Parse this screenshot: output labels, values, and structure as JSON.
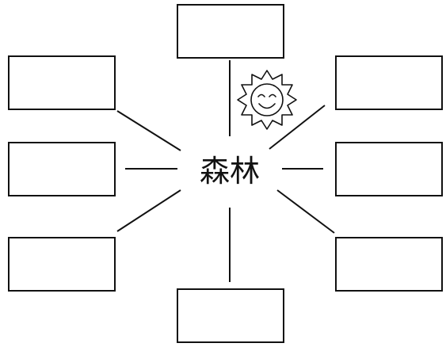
{
  "center": {
    "text": "森林"
  },
  "boxes": [
    {
      "id": "top",
      "text": ""
    },
    {
      "id": "upper-left",
      "text": ""
    },
    {
      "id": "middle-left",
      "text": ""
    },
    {
      "id": "lower-left",
      "text": ""
    },
    {
      "id": "bottom",
      "text": ""
    },
    {
      "id": "upper-right",
      "text": ""
    },
    {
      "id": "middle-right",
      "text": ""
    },
    {
      "id": "lower-right",
      "text": ""
    }
  ],
  "decoration": {
    "icon": "smiling-sun-icon"
  },
  "colors": {
    "ink": "#111111",
    "background": "#ffffff"
  }
}
